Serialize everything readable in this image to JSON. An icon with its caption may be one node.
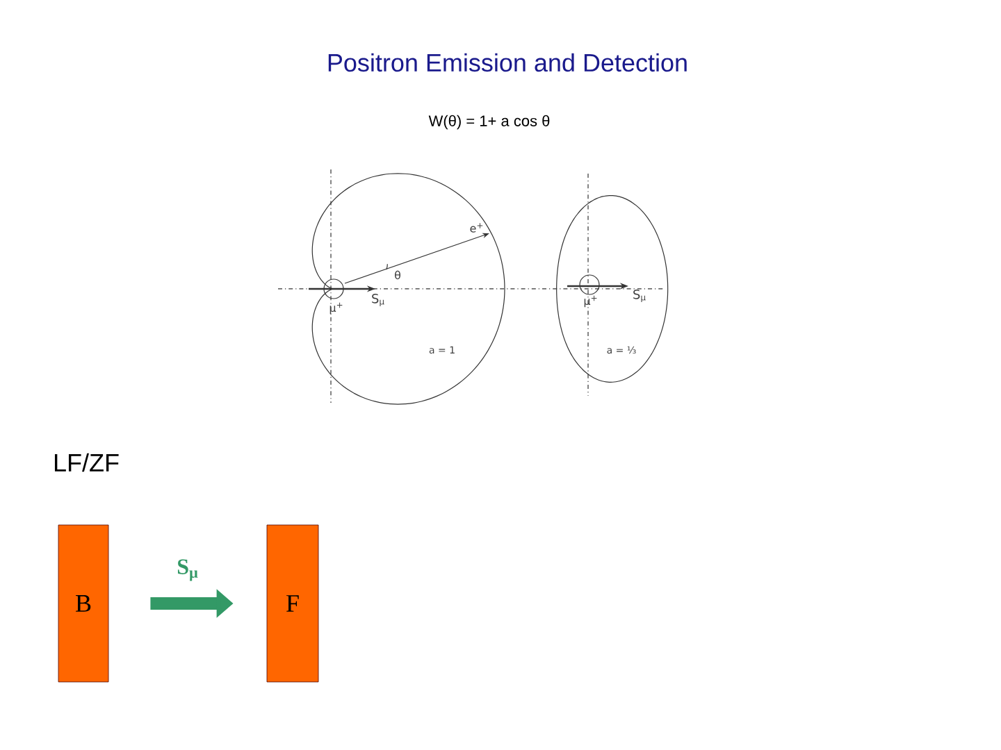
{
  "diagram": {
    "title": "Positron Emission and Detection",
    "nodes": [
      {
        "text": [
          "B"
        ]
      },
      {
        "text": [
          "F"
        ]
      }
    ],
    "edges": [
      {
        "from": 0,
        "to": 1,
        "arrow": "to",
        "label": "S$_{μ}$",
        "color": "#339966"
      }
    ],
    "labels": [
      "W(θ) = 1+ a  cos θ",
      "e$^{+}$",
      "θ",
      "μ$^{+}$",
      "S$_{μ}$",
      "a = 1",
      "μ$^{+}$",
      "S$_{μ}$",
      "a = ⅓",
      "LF/ZF"
    ]
  }
}
